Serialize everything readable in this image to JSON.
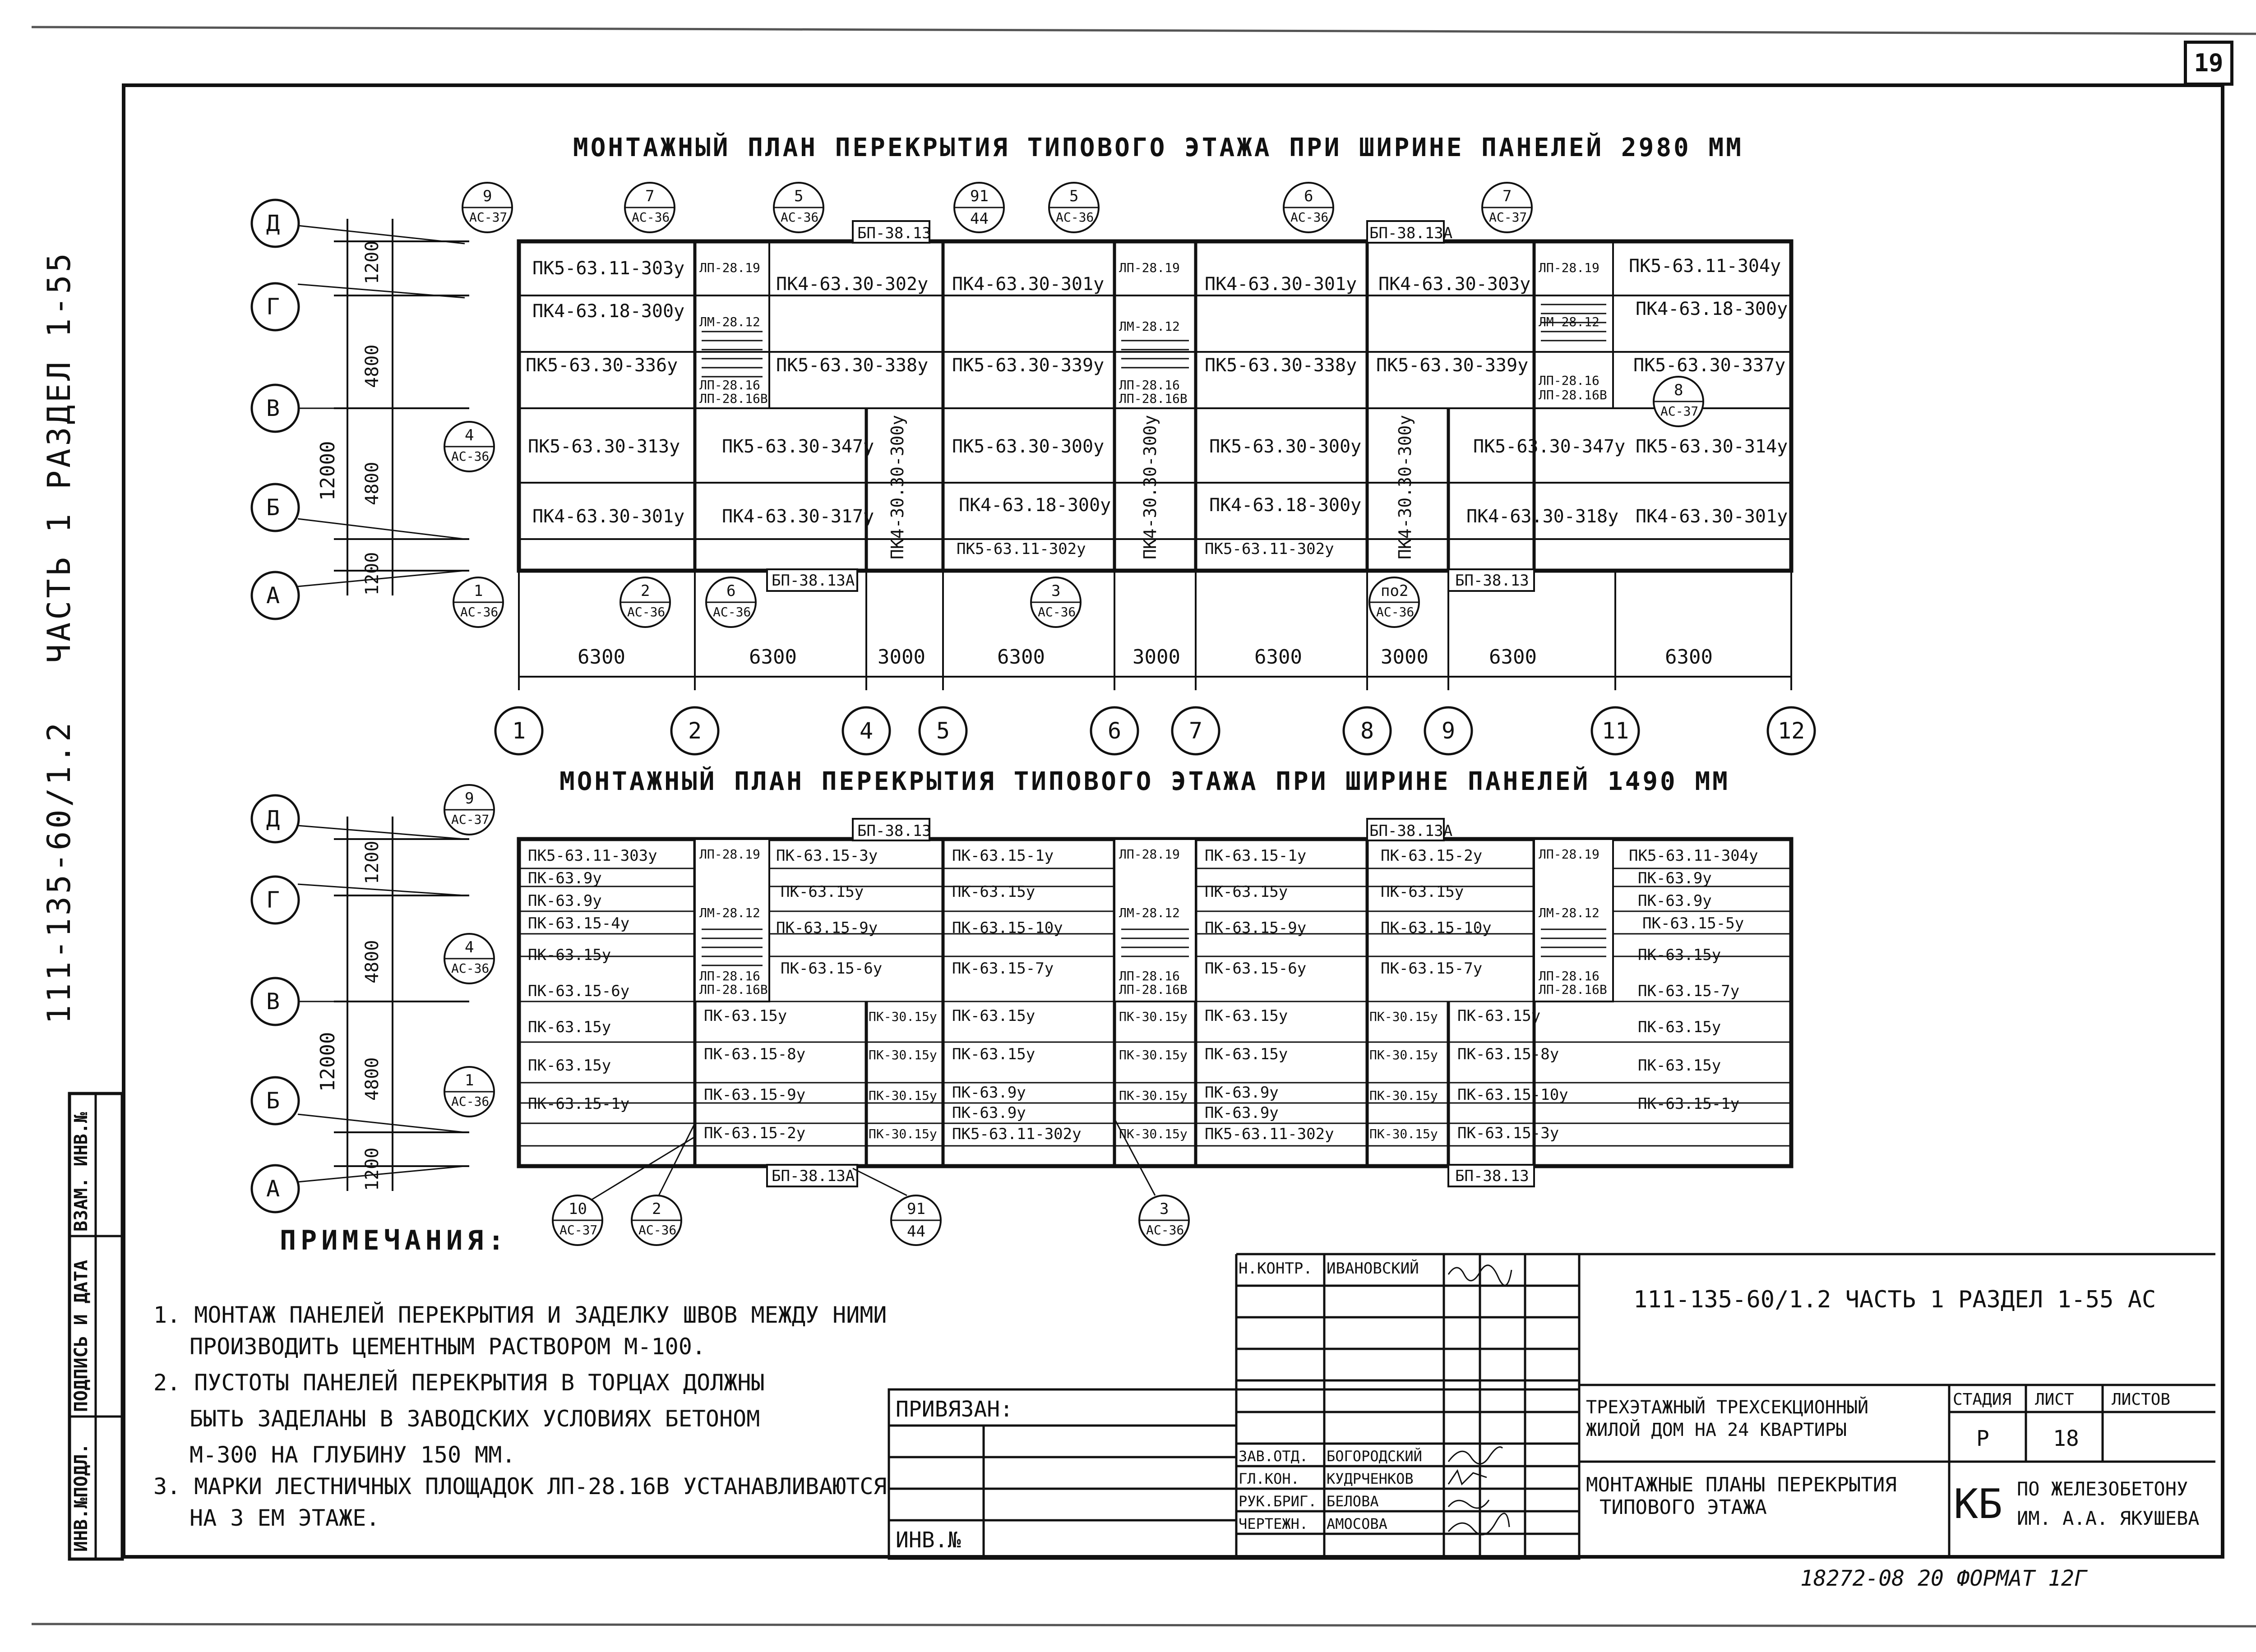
{
  "sheet_number": "19",
  "side_code": "111-135-60/1.2",
  "side_part": "ЧАСТЬ 1 РАЗДЕЛ 1-55",
  "left_stamp": [
    "ИНВ.№ПОДЛ.",
    "ПОДПИСЬ И ДАТА",
    "ВЗАМ. ИНВ.№"
  ],
  "plan1": {
    "title": "МОНТАЖНЫЙ ПЛАН ПЕРЕКРЫТИЯ ТИПОВОГО ЭТАЖА ПРИ ШИРИНЕ ПАНЕЛЕЙ 2980 ММ",
    "row_axes": [
      "Д",
      "Г",
      "В",
      "Б",
      "А"
    ],
    "col_axes": [
      "1",
      "2",
      "4",
      "5",
      "6",
      "7",
      "8",
      "9",
      "11",
      "12"
    ],
    "spans": [
      "6300",
      "6300",
      "3000",
      "6300",
      "3000",
      "6300",
      "3000",
      "6300",
      "6300"
    ],
    "row_dims": [
      "1200",
      "4800",
      "4800",
      "1200"
    ],
    "total": "12000",
    "panels": [
      "ПК5-63.11-303у",
      "ПК4-63.18-300у",
      "ПК5-63.30-336у",
      "ПК5-63.30-313у",
      "ПК4-63.30-301у",
      "ПК4-63.30-302у",
      "ПК5-63.30-338у",
      "ПК5-63.30-347у",
      "ПК4-63.30-317у",
      "ПК4-63.30-301у",
      "ПК5-63.30-339у",
      "ПК5-63.30-300у",
      "ПК4-63.18-300у",
      "ПК5-63.11-302у",
      "ПК4-63.30-301у",
      "ПК5-63.30-338у",
      "ПК5-63.30-300у",
      "ПК4-63.18-300у",
      "ПК5-63.11-302у",
      "ПК4-63.30-303у",
      "ПК5-63.30-339у",
      "ПК5-63.30-347у",
      "ПК4-63.30-318у",
      "ПК5-63.11-304у",
      "ПК4-63.18-300у",
      "ПК5-63.30-337у",
      "ПК5-63.30-314у",
      "ПК4-63.30-301у"
    ],
    "vertical_panels": [
      "ПК4-30.30-300у",
      "ПК4-30.30-300у",
      "ПК4-30.30-300у"
    ],
    "stair": [
      "ЛП-28.19",
      "ЛМ-28.12",
      "ЛП-28.16",
      "ЛП-28.16В"
    ],
    "beams": [
      "БП-38.13",
      "БП-38.13А",
      "БП-38.13А",
      "БП-38.13"
    ],
    "callouts": [
      {
        "n": "9",
        "s": "АС-37"
      },
      {
        "n": "7",
        "s": "АС-36"
      },
      {
        "n": "5",
        "s": "АС-36"
      },
      {
        "n": "91",
        "s": "44"
      },
      {
        "n": "5",
        "s": "АС-36"
      },
      {
        "n": "6",
        "s": "АС-36"
      },
      {
        "n": "7",
        "s": "АС-37"
      },
      {
        "n": "4",
        "s": "АС-36"
      },
      {
        "n": "8",
        "s": "АС-37"
      },
      {
        "n": "1",
        "s": "АС-36"
      },
      {
        "n": "2",
        "s": "АС-36"
      },
      {
        "n": "6",
        "s": "АС-36"
      },
      {
        "n": "3",
        "s": "АС-36"
      },
      {
        "n": "по2",
        "s": "АС-36"
      }
    ]
  },
  "plan2": {
    "title": "МОНТАЖНЫЙ ПЛАН ПЕРЕКРЫТИЯ ТИПОВОГО ЭТАЖА ПРИ ШИРИНЕ ПАНЕЛЕЙ 1490 ММ",
    "row_axes": [
      "Д",
      "Г",
      "В",
      "Б",
      "А"
    ],
    "row_dims": [
      "1200",
      "4800",
      "4800",
      "1200"
    ],
    "total": "12000",
    "col_a": [
      "ПК5-63.11-303у",
      "ПК-63.9у",
      "ПК-63.9у",
      "ПК-63.15-4у",
      "ПК-63.15у",
      "ПК-63.15-6у",
      "ПК-63.15у",
      "ПК-63.15у",
      "ПК-63.15-1у"
    ],
    "col_b": [
      "ПК-63.15-3у",
      "ПК-63.15у",
      "ПК-63.15-9у",
      "ПК-63.15-6у",
      "ПК-63.15у",
      "ПК-63.15-8у",
      "ПК-63.15-9у",
      "ПК-63.15-2у"
    ],
    "col_c": [
      "ПК-30.15у",
      "ПК-30.15у",
      "ПК-30.15у",
      "ПК-30.15у"
    ],
    "col_d": [
      "ПК-63.15-1у",
      "ПК-63.15у",
      "ПК-63.15-10у",
      "ПК-63.15-7у",
      "ПК-63.15у",
      "ПК-63.15у",
      "ПК-63.9у",
      "ПК-63.9у",
      "ПК5-63.11-302у"
    ],
    "col_e": [
      "ПК-30.15у",
      "ПК-30.15у",
      "ПК-30.15у",
      "ПК-30.15у"
    ],
    "col_f": [
      "ПК-63.15-1у",
      "ПК-63.15у",
      "ПК-63.15-9у",
      "ПК-63.15-6у",
      "ПК-63.15у",
      "ПК-63.15у",
      "ПК-63.9у",
      "ПК-63.9у",
      "ПК5-63.11-302у"
    ],
    "col_g": [
      "ПК-30.15у",
      "ПК-30.15у",
      "ПК-30.15у",
      "ПК-30.15у"
    ],
    "col_h": [
      "ПК-63.15-2у",
      "ПК-63.15у",
      "ПК-63.15-10у",
      "ПК-63.15-7у",
      "ПК-63.15у",
      "ПК-63.15-8у",
      "ПК-63.15-10у",
      "ПК-63.15-3у"
    ],
    "col_i": [
      "ПК5-63.11-304у",
      "ПК-63.9у",
      "ПК-63.9у",
      "ПК-63.15-5у",
      "ПК-63.15у",
      "ПК-63.15-7у",
      "ПК-63.15у",
      "ПК-63.15у",
      "ПК-63.15-1у"
    ],
    "beams": [
      "БП-38.13",
      "БП-38.13А",
      "БП-38.13А",
      "БП-38.13"
    ],
    "callouts": [
      {
        "n": "9",
        "s": "АС-37"
      },
      {
        "n": "4",
        "s": "АС-36"
      },
      {
        "n": "1",
        "s": "АС-36"
      },
      {
        "n": "10",
        "s": "АС-37"
      },
      {
        "n": "2",
        "s": "АС-36"
      },
      {
        "n": "91",
        "s": "44"
      },
      {
        "n": "3",
        "s": "АС-36"
      }
    ]
  },
  "notes": {
    "title": "ПРИМЕЧАНИЯ:",
    "items": [
      "1. МОНТАЖ ПАНЕЛЕЙ ПЕРЕКРЫТИЯ И ЗАДЕЛКУ ШВОВ МЕЖДУ НИМИ",
      "ПРОИЗВОДИТЬ ЦЕМЕНТНЫМ РАСТВОРОМ М-100.",
      "2. ПУСТОТЫ ПАНЕЛЕЙ ПЕРЕКРЫТИЯ В ТОРЦАХ ДОЛЖНЫ",
      "БЫТЬ ЗАДЕЛАНЫ В ЗАВОДСКИХ УСЛОВИЯХ БЕТОНОМ",
      "М-300 НА ГЛУБИНУ 150 ММ.",
      "3. МАРКИ ЛЕСТНИЧНЫХ ПЛОЩАДОК ЛП-28.16В УСТАНАВЛИВАЮТСЯ",
      "НА 3 ЕМ ЭТАЖЕ."
    ]
  },
  "stamp": {
    "privyazan": "ПРИВЯЗАН:",
    "inv": "ИНВ.№",
    "code": "111-135-60/1.2  ЧАСТЬ 1 РАЗДЕЛ 1-55 АС",
    "project": [
      "ТРЕХЭТАЖНЫЙ ТРЕХСЕКЦИОННЫЙ",
      "ЖИЛОЙ ДОМ НА 24 КВАРТИРЫ"
    ],
    "sheet_title": [
      "МОНТАЖНЫЕ ПЛАНЫ ПЕРЕКРЫТИЯ",
      "ТИПОВОГО ЭТАЖА"
    ],
    "stage_hdr": "СТАДИЯ",
    "sheet_hdr": "ЛИСТ",
    "sheets_hdr": "ЛИСТОВ",
    "stage": "Р",
    "sheet": "18",
    "org_logo": "КБ",
    "org": [
      "ПО ЖЕЛЕЗОБЕТОНУ",
      "ИМ. А.А. ЯКУШЕВА"
    ],
    "roles": [
      {
        "role": "Н.КОНТР.",
        "name": "ИВАНОВСКИЙ"
      },
      {
        "role": "ЗАВ.ОТД.",
        "name": "БОГОРОДСКИЙ"
      },
      {
        "role": "ГЛ.КОН.",
        "name": "КУДРЧЕНКОВ"
      },
      {
        "role": "РУК.БРИГ.",
        "name": "БЕЛОВА"
      },
      {
        "role": "ЧЕРТЕЖН.",
        "name": "АМОСОВА"
      }
    ],
    "footer": "18272-08   20   ФОРМАТ 12Г"
  }
}
